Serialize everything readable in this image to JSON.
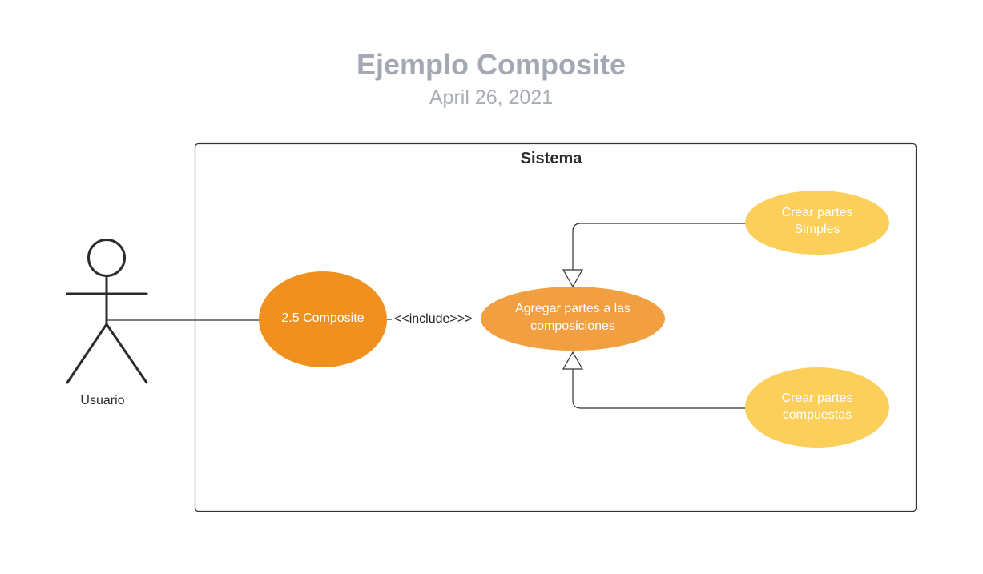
{
  "header": {
    "title": "Ejemplo Composite",
    "date": "April 26, 2021"
  },
  "system": {
    "label": "Sistema"
  },
  "actor": {
    "label": "Usuario"
  },
  "use_cases": {
    "composite": {
      "line1": "2.5 Composite",
      "color": "#f0901f"
    },
    "agregar": {
      "line1": "Agregar partes a las",
      "line2": "composiciones",
      "color": "#f19f41"
    },
    "simples": {
      "line1": "Crear partes",
      "line2": "Simples",
      "color": "#fbcf5a"
    },
    "compuestas": {
      "line1": "Crear partes",
      "line2": "compuestas",
      "color": "#fbcf5a"
    }
  },
  "relations": {
    "include_label": "<<include>>>"
  },
  "colors": {
    "title": "#a4a8b2",
    "date": "#a9adb5",
    "border": "#2b2b2b",
    "use_case_text": "#ffffff"
  }
}
